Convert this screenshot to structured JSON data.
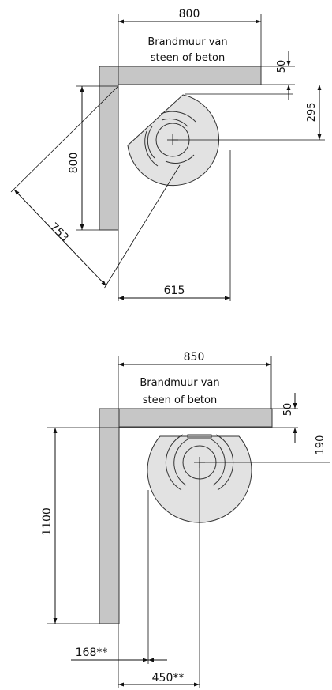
{
  "diagrams": [
    {
      "wall_label_line1": "Brandmuur van",
      "wall_label_line2": "steen of beton",
      "dimensions": {
        "top_width": "800",
        "wall_thickness": "50",
        "center_offset": "295",
        "side_length": "800",
        "diagonal": "753",
        "bottom_width": "615"
      }
    },
    {
      "wall_label_line1": "Brandmuur van",
      "wall_label_line2": "steen of beton",
      "dimensions": {
        "top_width": "850",
        "wall_thickness": "50",
        "center_offset": "190",
        "side_length": "1100",
        "left_offset": "168**",
        "bottom_width": "450**"
      }
    }
  ]
}
